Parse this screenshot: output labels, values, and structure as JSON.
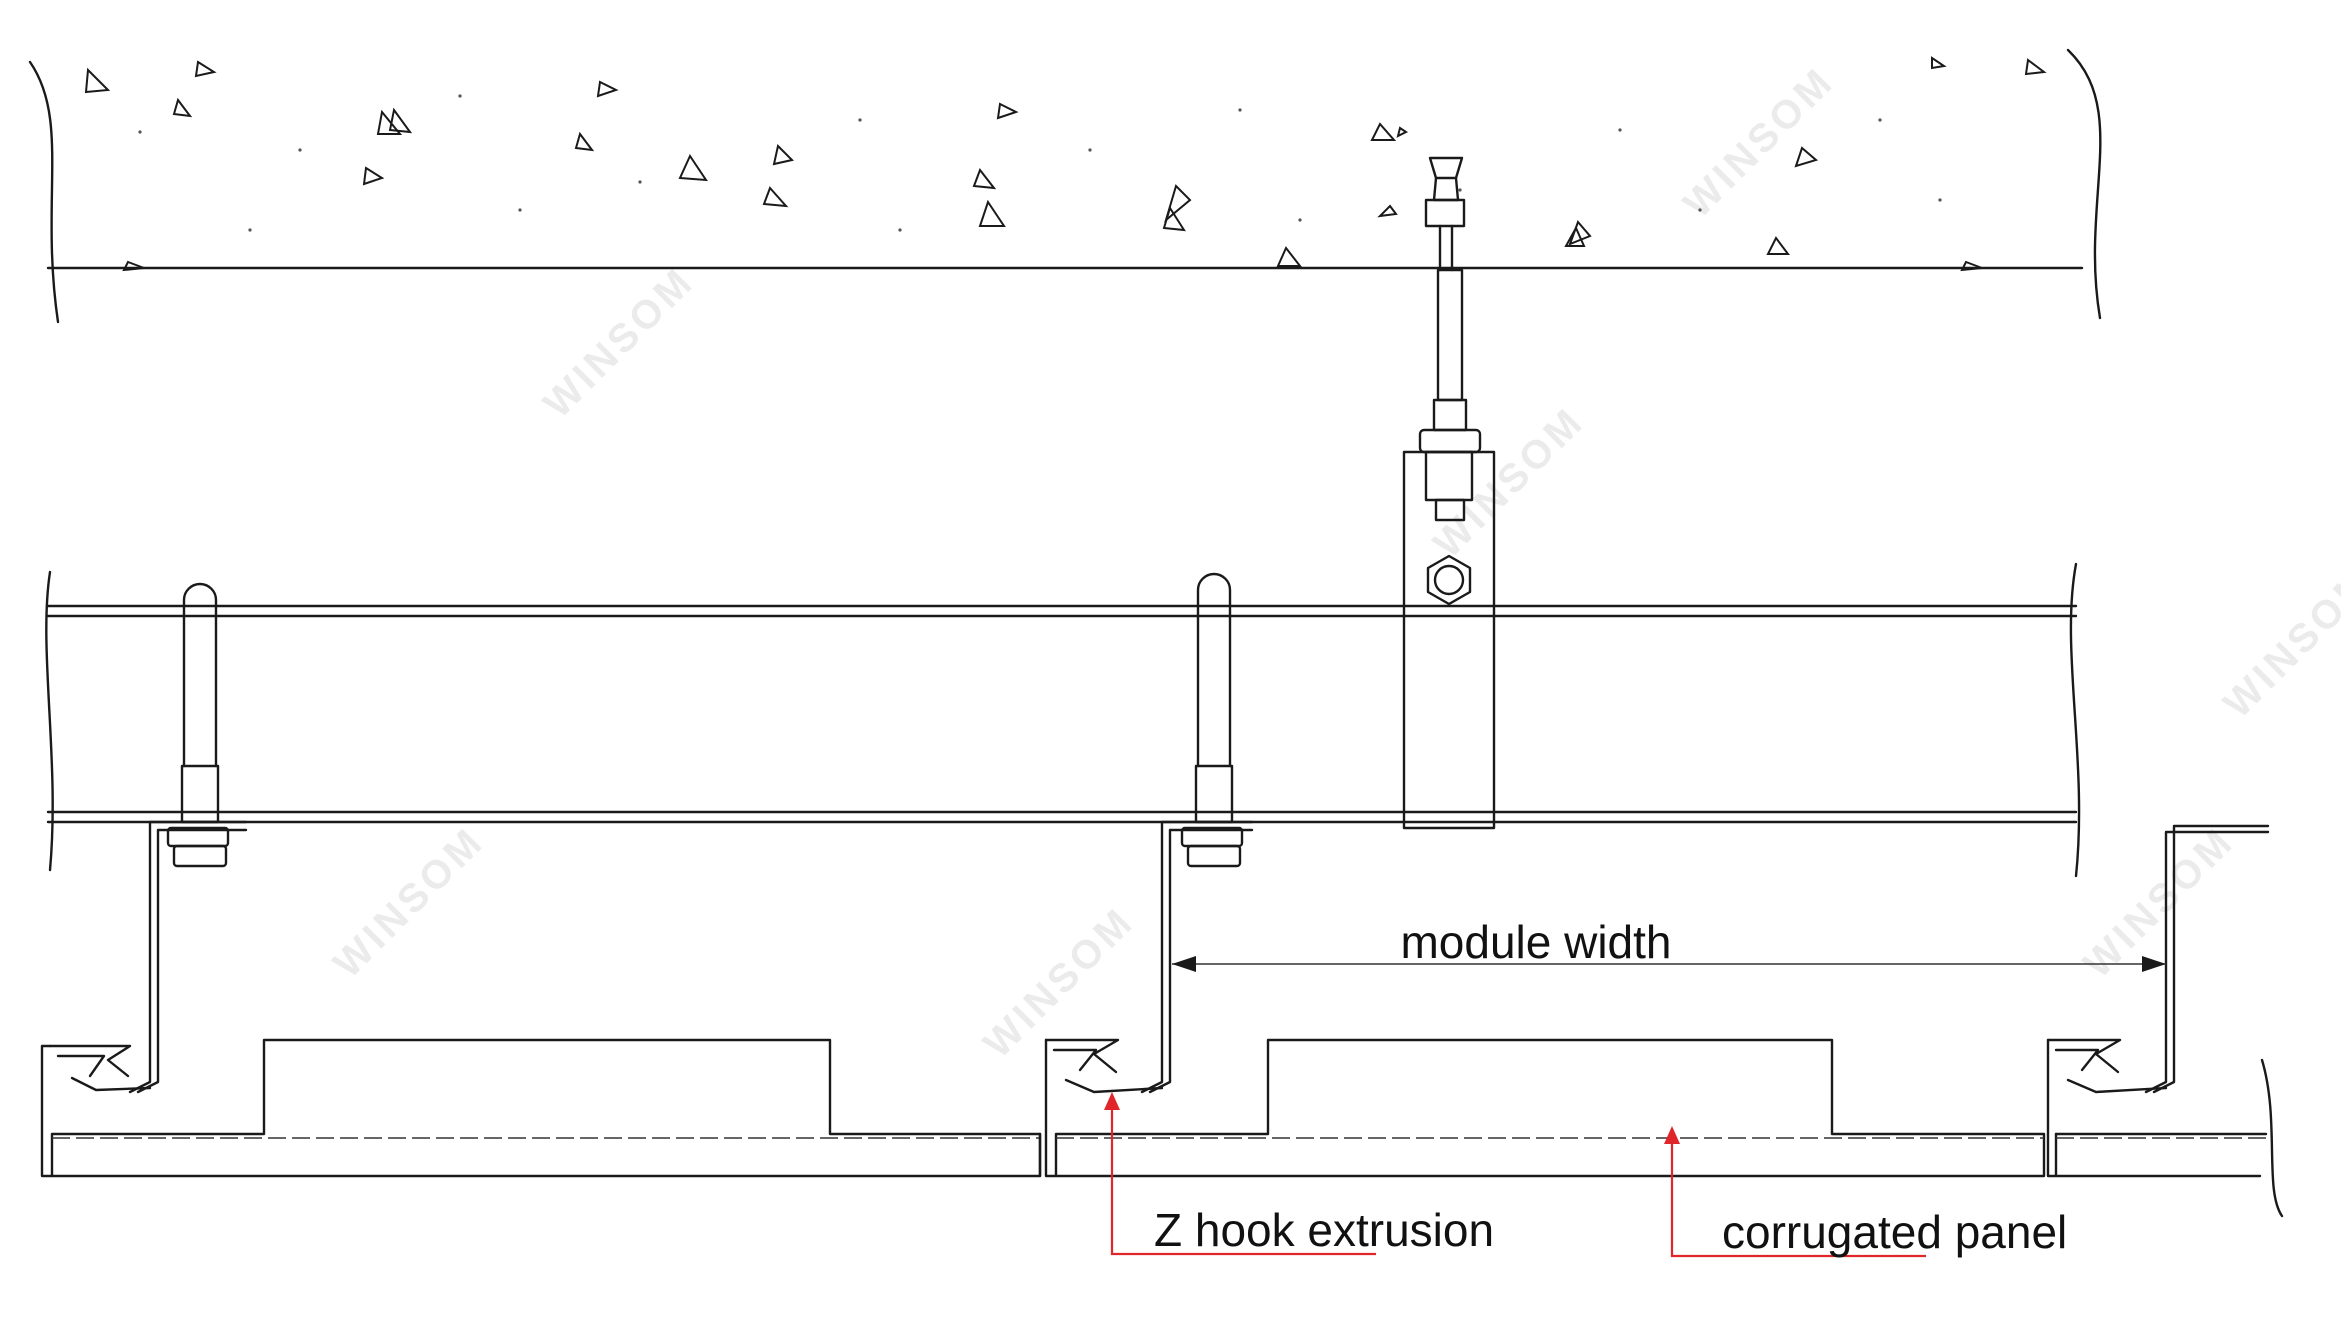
{
  "labels": {
    "module_width": "module width",
    "z_hook": "Z hook extrusion",
    "corrugated_panel": "corrugated panel"
  },
  "watermark": "WINSOM",
  "colors": {
    "line": "#1a1a1a",
    "callout": "#e0262b",
    "background": "#ffffff"
  }
}
